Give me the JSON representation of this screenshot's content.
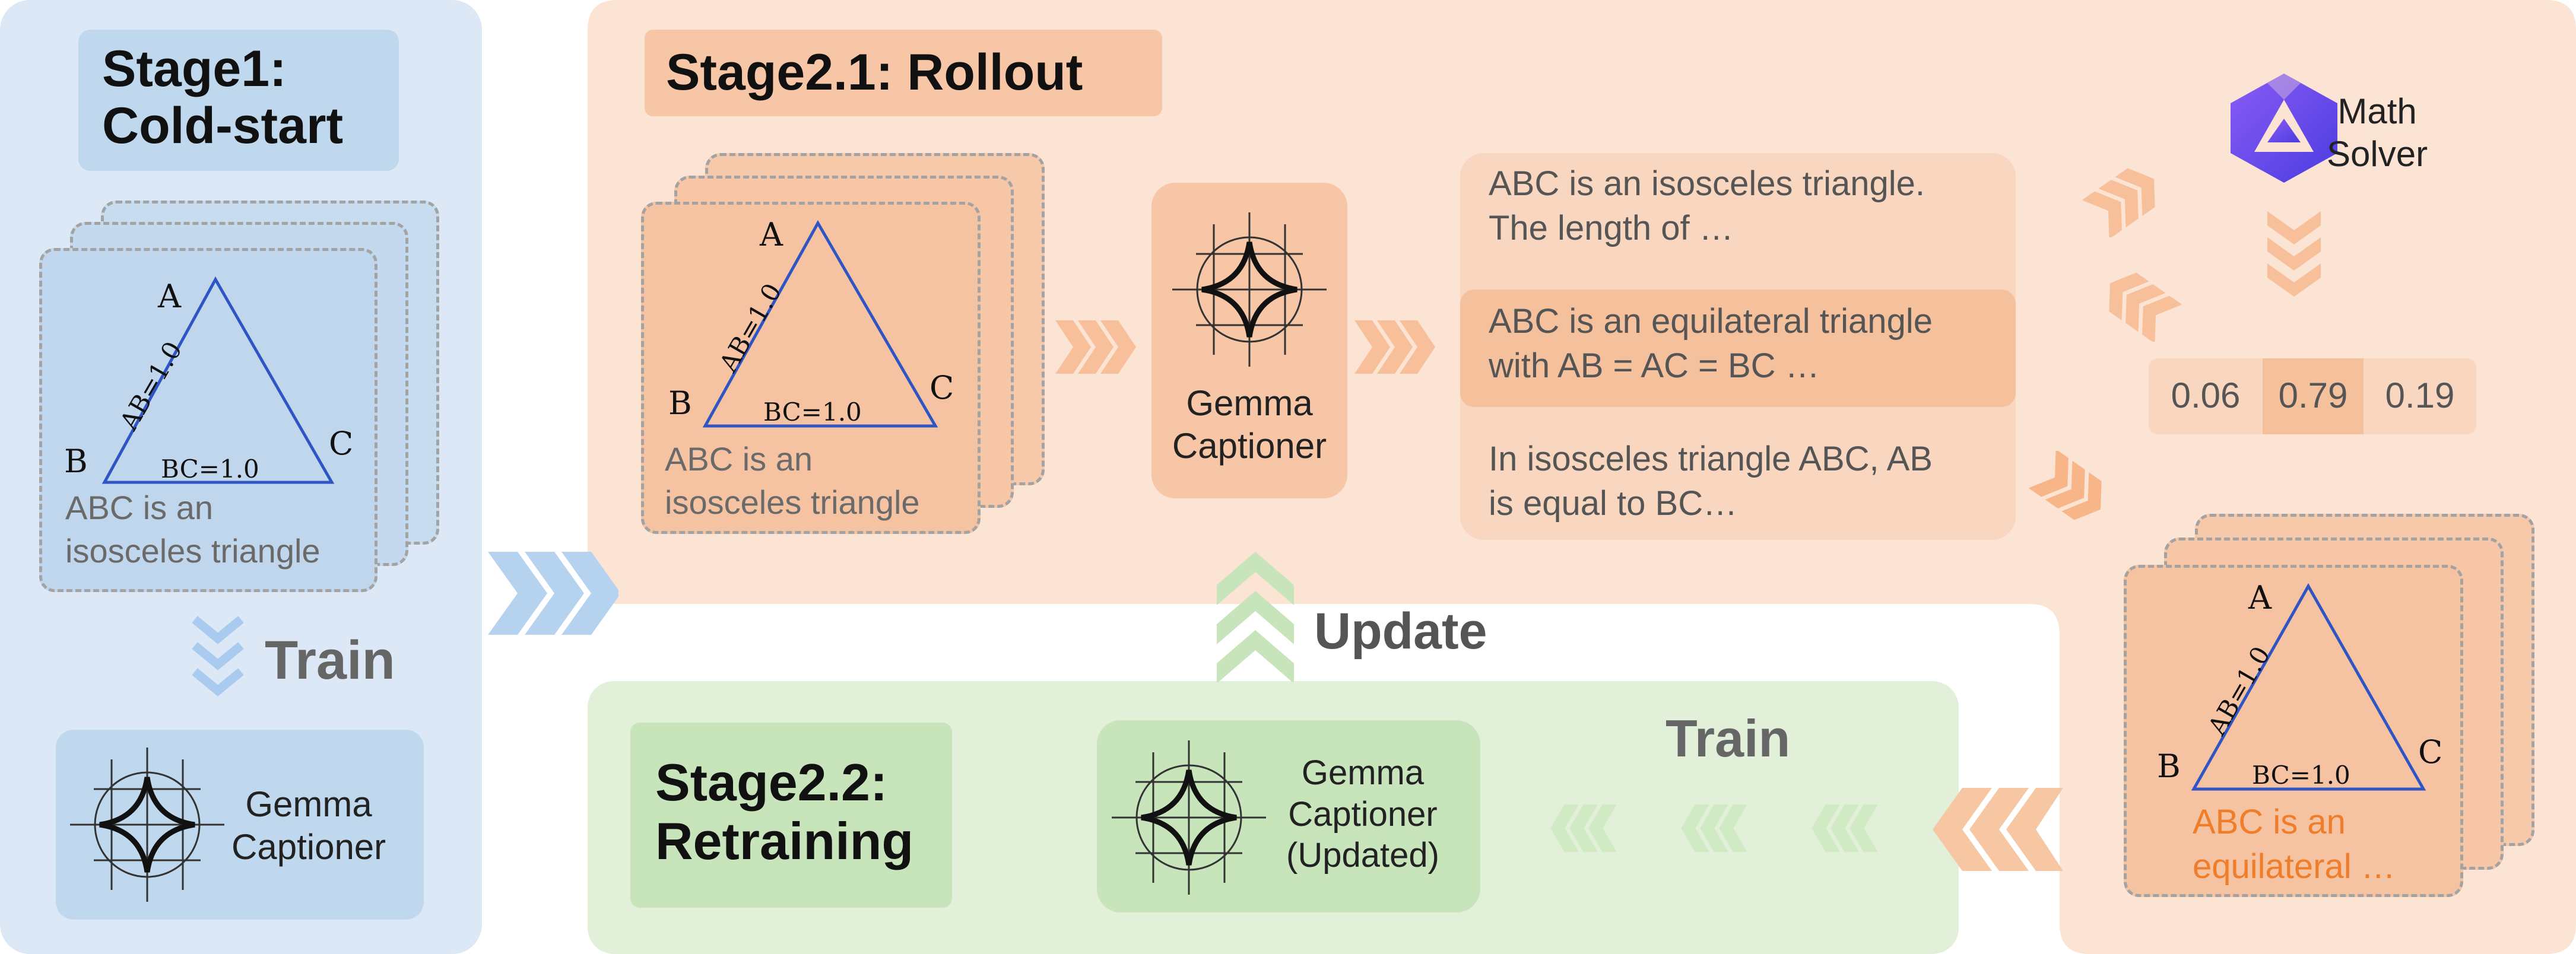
{
  "stage1": {
    "title_line1": "Stage1:",
    "title_line2": "Cold-start",
    "caption_line1": "ABC is an",
    "caption_line2": "isosceles triangle",
    "train_label": "Train",
    "model_line1": "Gemma",
    "model_line2": "Captioner"
  },
  "triangle_labels": {
    "vertex_a": "A",
    "vertex_b": "B",
    "vertex_c": "C",
    "side_ab": "AB=1.0",
    "side_bc": "BC=1.0"
  },
  "stage21": {
    "title": "Stage2.1: Rollout",
    "caption_line1": "ABC is an",
    "caption_line2": "isosceles triangle",
    "model_line1": "Gemma",
    "model_line2": "Captioner",
    "rollouts": [
      {
        "line1": "ABC is an isosceles triangle.",
        "line2": "The length of …"
      },
      {
        "line1": "ABC is an equilateral triangle",
        "line2": "with AB = AC = BC …"
      },
      {
        "line1": "In isosceles triangle ABC, AB",
        "line2": "is equal to BC…"
      }
    ],
    "solver_line1": "Math",
    "solver_line2": "Solver",
    "scores": [
      "0.06",
      "0.79",
      "0.19"
    ],
    "selected_caption_line1": "ABC is an",
    "selected_caption_line2": "equilateral …"
  },
  "update_label": "Update",
  "stage22": {
    "title_line1": "Stage2.2:",
    "title_line2": "Retraining",
    "train_label": "Train",
    "model_line1": "Gemma",
    "model_line2": "Captioner",
    "model_line3": "(Updated)"
  },
  "colors": {
    "blue_panel": "#dce8f6",
    "blue_box": "#c0d8ee",
    "orange_panel": "#fbe4d4",
    "orange_box": "#f6c6a6",
    "green_panel": "#e2f0d9",
    "green_box": "#c7e4bb",
    "triangle": "#2f55c4",
    "highlight_text": "#ef7d2a"
  }
}
